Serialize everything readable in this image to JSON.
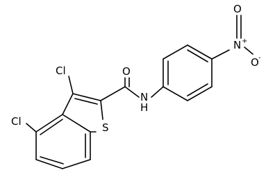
{
  "molecule": {
    "atoms": {
      "cl_upper": "Cl",
      "cl_lower": "Cl",
      "oxygen_carbonyl": "O",
      "nitrogen_amide": "N",
      "hydrogen_amide": "H",
      "sulfur": "S",
      "nitrogen_nitro": "N",
      "nitro_n_charge": "+",
      "oxygen_nitro_top": "O",
      "oxygen_nitro_right": "O",
      "nitro_o_charge": "-"
    }
  }
}
